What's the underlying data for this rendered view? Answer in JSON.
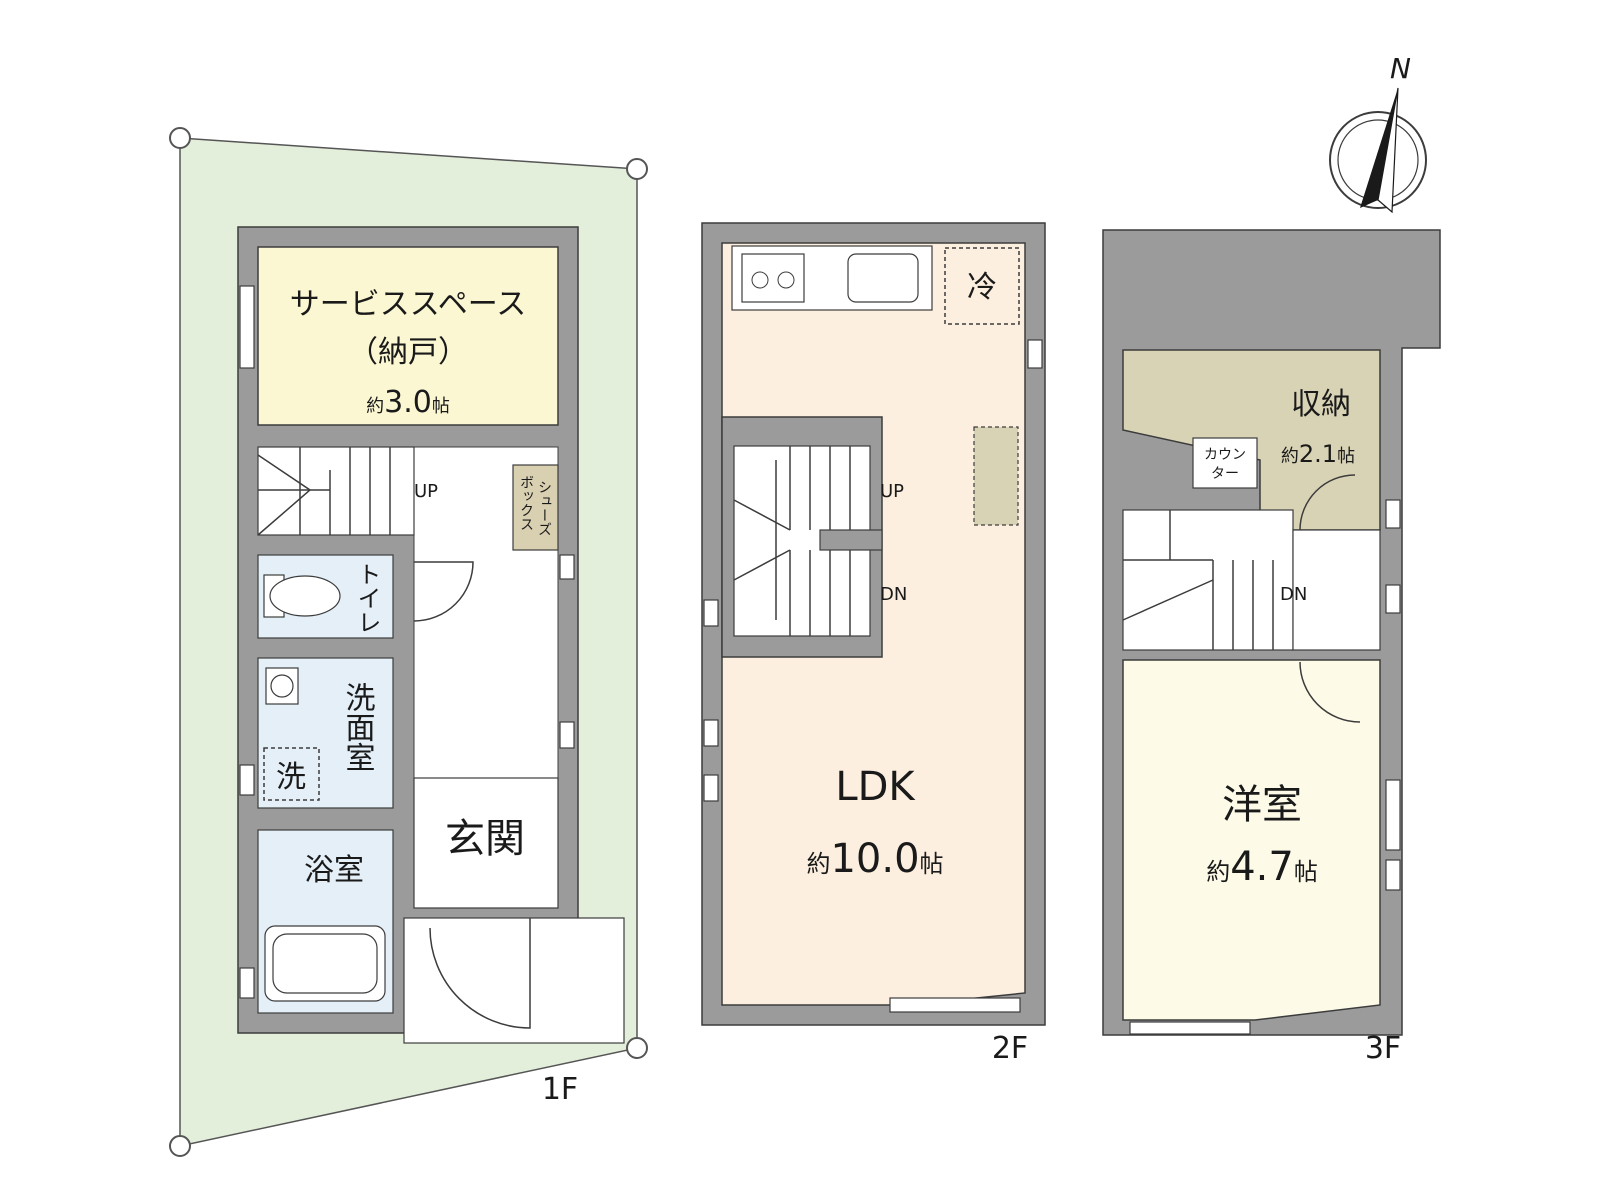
{
  "colors": {
    "site": "#e3eedb",
    "wall": "#9b9b9b",
    "service_space": "#fbf7d2",
    "ldk": "#fcefdf",
    "western_room": "#fdfbe8",
    "storage": "#d9d3b5",
    "wet_area": "#e4eff8"
  },
  "compass": {
    "north_label": "N"
  },
  "floors": {
    "f1": {
      "label": "1F",
      "service_space": {
        "name": "サービススペース",
        "sub": "（納戸）",
        "prefix": "約",
        "size": "3.0",
        "unit": "帖"
      },
      "shoe_box": {
        "col1": "シューズ",
        "col2": "ボックス"
      },
      "toilet": "トイレ",
      "washroom": "洗面室",
      "washer": "洗",
      "bathroom": "浴室",
      "entrance": "玄関",
      "stair_label": "UP"
    },
    "f2": {
      "label": "2F",
      "ldk": {
        "name": "LDK",
        "prefix": "約",
        "size": "10.0",
        "unit": "帖"
      },
      "fridge": "冷",
      "stair_up": "UP",
      "stair_down": "DN"
    },
    "f3": {
      "label": "3F",
      "western_room": {
        "name": "洋室",
        "prefix": "約",
        "size": "4.7",
        "unit": "帖"
      },
      "storage": {
        "name": "収納",
        "prefix": "約",
        "size": "2.1",
        "unit": "帖"
      },
      "counter": {
        "line1": "カウン",
        "line2": "ター"
      },
      "stair_down": "DN"
    }
  }
}
